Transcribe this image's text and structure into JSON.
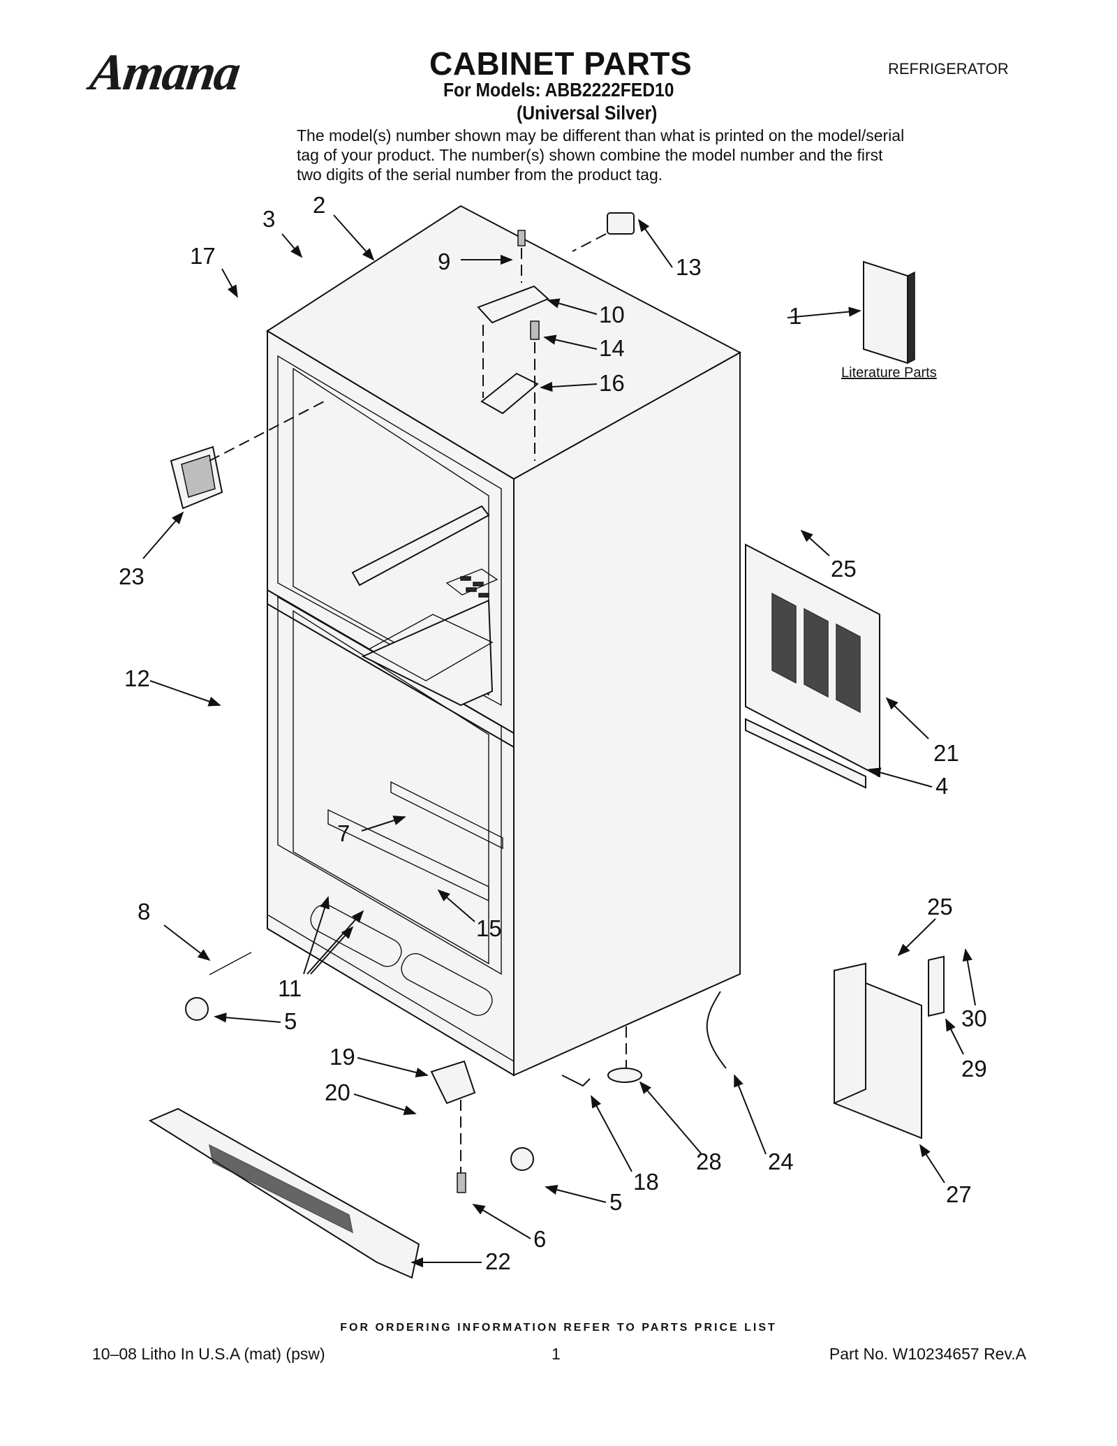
{
  "header": {
    "brand": "Amana",
    "title": "CABINET PARTS",
    "models_line": "For Models: ABB2222FED10",
    "variant": "(Universal Silver)",
    "category": "REFRIGERATOR"
  },
  "disclaimer": "The model(s) number shown may be different than what is printed on the model/serial tag of your product. The number(s) shown combine the model number and the first two digits of the serial number from the product tag.",
  "diagram": {
    "literature_label": "Literature Parts",
    "callouts": [
      "1",
      "2",
      "3",
      "4",
      "5",
      "5",
      "6",
      "7",
      "8",
      "9",
      "10",
      "11",
      "12",
      "13",
      "14",
      "15",
      "16",
      "17",
      "18",
      "19",
      "20",
      "21",
      "22",
      "23",
      "24",
      "25",
      "25",
      "27",
      "28",
      "29",
      "30"
    ]
  },
  "footer": {
    "ordering_note": "FOR ORDERING INFORMATION REFER TO PARTS PRICE LIST",
    "print_info": "10–08 Litho In U.S.A (mat) (psw)",
    "page_number": "1",
    "part_number": "Part No. W10234657 Rev.A"
  }
}
